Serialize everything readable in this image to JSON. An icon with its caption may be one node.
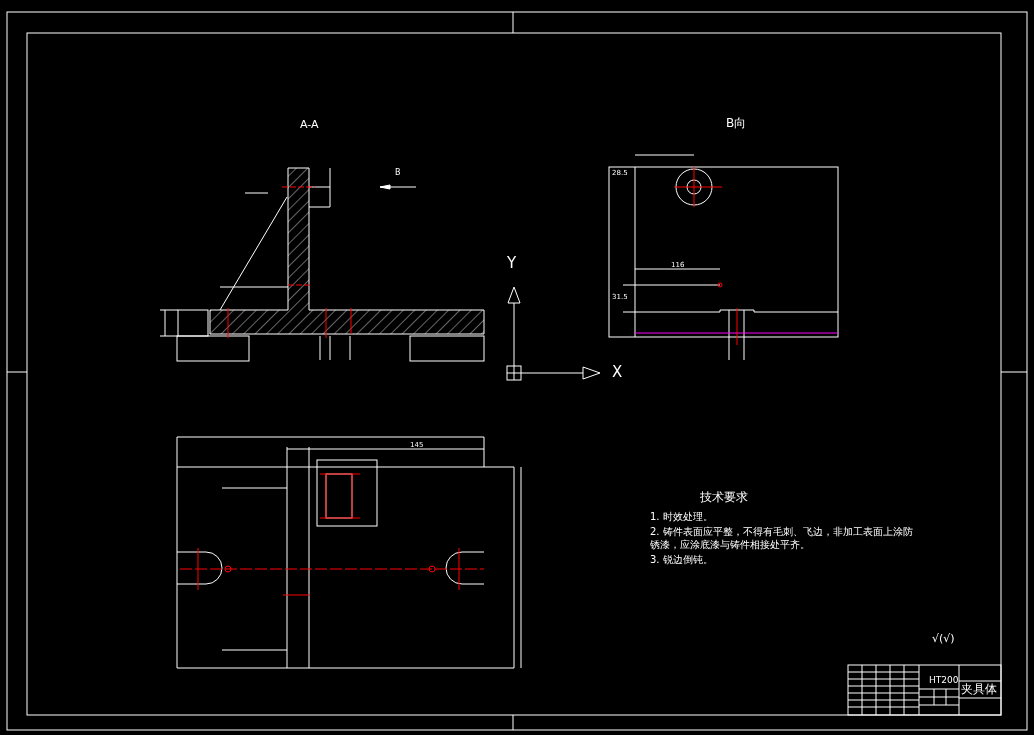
{
  "diagram": {
    "labels": [
      "A-A",
      "B向",
      "B",
      "Y",
      "X",
      "116",
      "28.5",
      "31.5",
      "145",
      "技术要求",
      "1. 时效处理。",
      "2. 铸件表面应平整，不得有毛刺、飞边，非加工表面上涂防锈漆，应涂底漆与铸件相接处平齐。",
      "3. 锐边倒钝。",
      "√(√)",
      "HT200",
      "夹具体"
    ]
  }
}
